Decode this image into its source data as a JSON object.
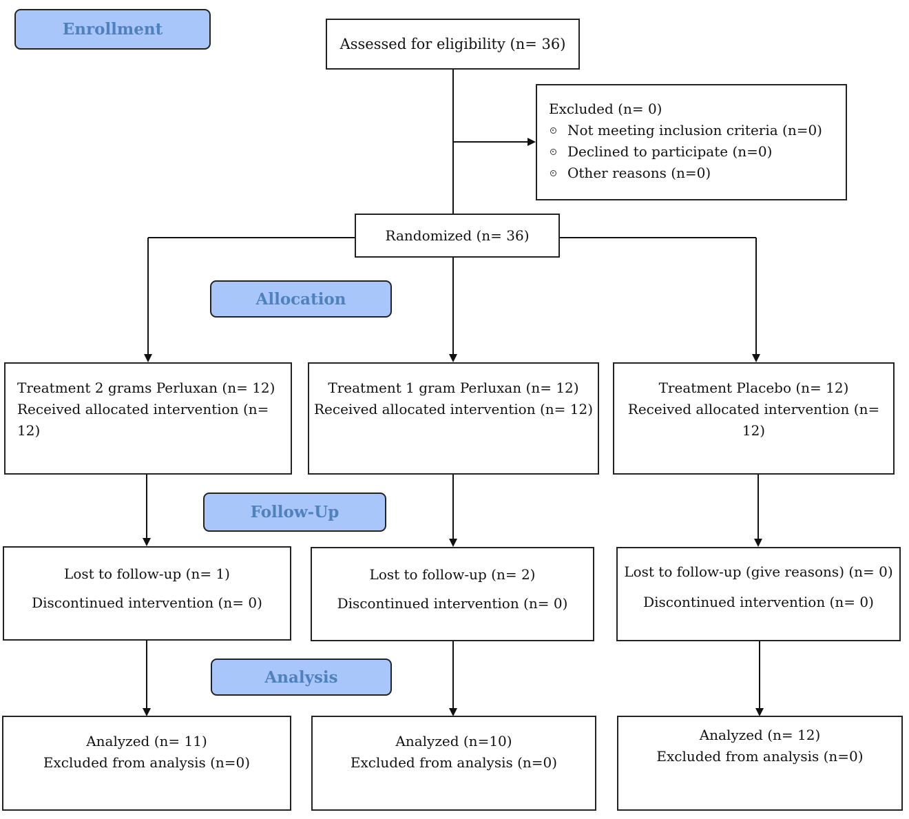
{
  "stages": {
    "enrollment": "Enrollment",
    "allocation": "Allocation",
    "follow_up": "Follow-Up",
    "analysis": "Analysis"
  },
  "assessed": "Assessed for eligibility (n= 36)",
  "excluded": {
    "title": "Excluded (n= 0)",
    "reasons": [
      "Not meeting inclusion criteria (n=0)",
      "Declined to participate (n=0)",
      "Other reasons (n=0)"
    ]
  },
  "randomized": "Randomized (n= 36)",
  "arms": [
    {
      "allocation": [
        "Treatment 2 grams Perluxan (n= 12)",
        "Received allocated intervention (n= 12)"
      ],
      "follow_up": [
        "Lost to follow-up (n= 1)",
        "Discontinued intervention (n= 0)"
      ],
      "analysis": [
        "Analyzed (n= 11)",
        "Excluded from analysis (n=0)"
      ]
    },
    {
      "allocation": [
        "Treatment 1 gram Perluxan (n= 12)",
        "Received allocated intervention (n= 12)"
      ],
      "follow_up": [
        "Lost to follow-up (n= 2)",
        "Discontinued intervention (n= 0)"
      ],
      "analysis": [
        "Analyzed (n=10)",
        "Excluded from analysis (n=0)"
      ]
    },
    {
      "allocation": [
        "Treatment Placebo (n= 12)",
        "Received allocated intervention (n= 12)"
      ],
      "follow_up": [
        "Lost to follow-up (give reasons) (n= 0)",
        "Discontinued intervention (n= 0)"
      ],
      "analysis": [
        "Analyzed (n= 12)",
        "Excluded from analysis (n=0)"
      ]
    }
  ]
}
